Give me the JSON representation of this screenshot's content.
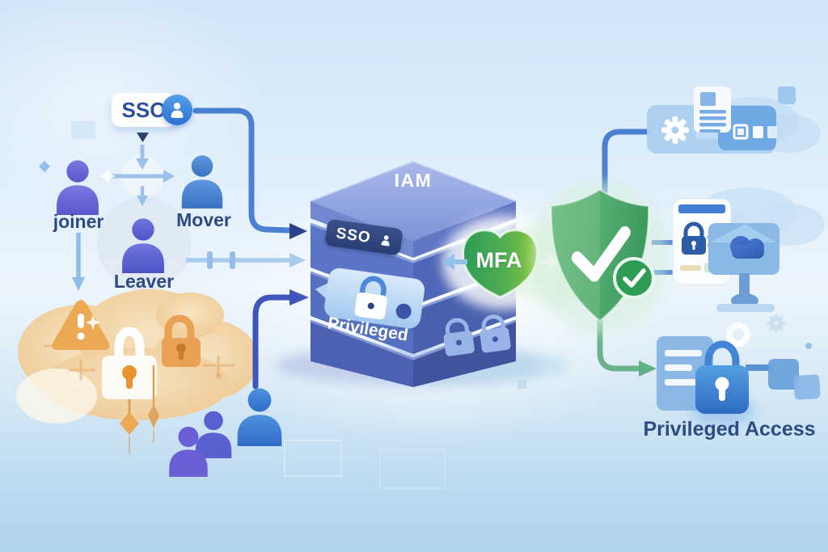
{
  "title": "IAM identity and access management illustration",
  "sso_pill": {
    "label": "SSO"
  },
  "lifecycle": {
    "joiner_label": "joiner",
    "mover_label": "Mover",
    "leaver_label": "Leaver"
  },
  "stack": {
    "title": "IAM",
    "sso_badge_label": "SSO",
    "privileged_label": "Privileged"
  },
  "mfa_badge": {
    "label": "MFA"
  },
  "privileged_access": {
    "label": "Privileged Access"
  },
  "colors": {
    "background_top": "#d2e5f7",
    "background_bottom": "#aed3ec",
    "connector_blue": "#4a7fd1",
    "light_arrow_blue": "#9cc2ea",
    "navy_text": "#2e4a80",
    "stack_face_blue": "#5b76c6",
    "stack_cap_periwinkle": "#93a7e3",
    "mfa_green_dark": "#2f9b55",
    "mfa_green_light": "#8cc63f",
    "shield_green": "#4caf6e",
    "risk_orange": "#eca953",
    "joiner_purple": "#6b68d8",
    "mover_blue": "#4b86d2",
    "card_blue": "#a9cdf0",
    "lock_blue": "#3f82d6"
  },
  "icons": {
    "sso-user-icon": "person-silhouette",
    "joiner-person-icon": "person-silhouette",
    "mover-person-icon": "person-silhouette",
    "leaver-person-icon": "person-silhouette",
    "team-people-icon": "three-person-silhouettes",
    "warning-triangle-icon": "triangle-exclamation",
    "risk-lock-white-icon": "padlock",
    "risk-lock-orange-icon": "padlock",
    "stack-lock-bubble-icon": "padlock-speech-bubble",
    "privileged-locks-icon": "two-padlocks",
    "mfa-shield-icon": "green-blob-badge",
    "shield-check-icon": "shield-checkmark",
    "check-circle-icon": "circle-checkmark",
    "gear-icon": "cog",
    "policy-document-icon": "document-lines",
    "app-tiles-icon": "squares-row",
    "phone-lock-icon": "smartphone-padlock",
    "monitor-icon": "display-on-stand",
    "cloud-icon": "cloud",
    "privileged-doc-icon": "document-lines",
    "privileged-lock-icon": "padlock-with-key",
    "node-link-icon": "linked-squares",
    "ring-icon": "donut"
  }
}
